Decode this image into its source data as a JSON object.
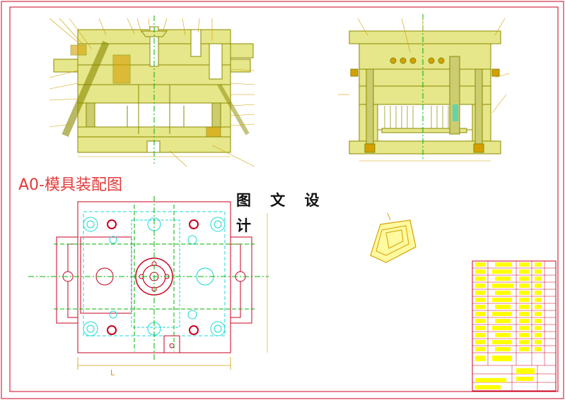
{
  "drawing": {
    "caption": "A0-模具装配图",
    "watermark": "图 文 设 计",
    "dimension_label": "L",
    "colors": {
      "border": "#c8001f",
      "mold": "#e6e68a",
      "outline": "#8a8a00",
      "cyan": "#19d8d8",
      "center_line": "#00b000",
      "red": "#e00000",
      "yellow": "#ffff00",
      "caption": "#e23b3b"
    }
  }
}
